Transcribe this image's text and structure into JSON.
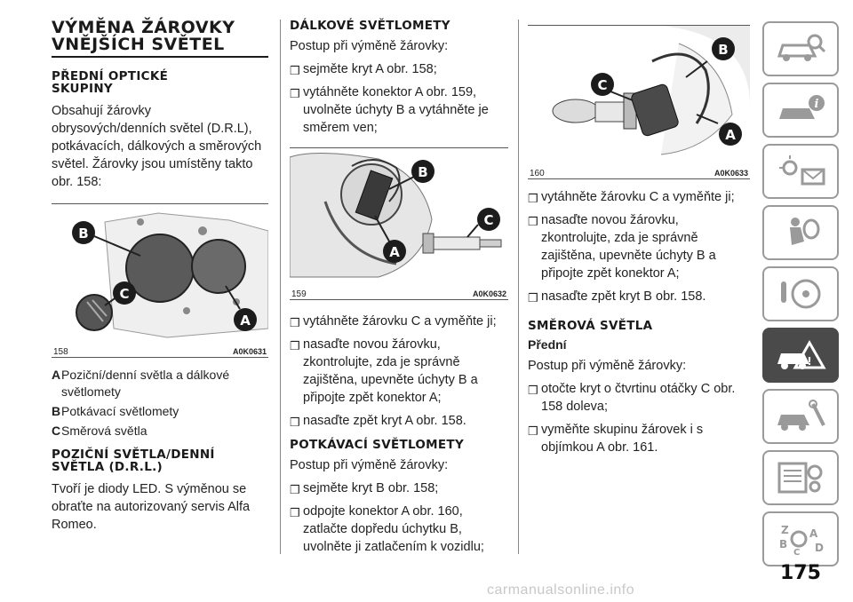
{
  "col1": {
    "title_line1": "VÝMĚNA ŽÁROVKY",
    "title_line2": "VNĚJŠÍCH SVĚTEL",
    "sec1_heading_line1": "PŘEDNÍ OPTICKÉ",
    "sec1_heading_line2": "SKUPINY",
    "sec1_text": "Obsahují žárovky obrysových/denních světel (D.R.L), potkávacích, dálkových a směrových světel. Žárovky jsou umístěny takto obr. 158:",
    "fig158": {
      "number": "158",
      "code": "A0K0631",
      "labels": [
        "B",
        "C",
        "A"
      ]
    },
    "legend": [
      {
        "key": "A",
        "text": "Poziční/denní světla a dálkové světlomety"
      },
      {
        "key": "B",
        "text": "Potkávací světlomety"
      },
      {
        "key": "C",
        "text": "Směrová světla"
      }
    ],
    "sec2_heading_line1": "POZIČNÍ SVĚTLA/DENNÍ",
    "sec2_heading_line2": "SVĚTLA (D.R.L.)",
    "sec2_text": "Tvoří je diody LED. S výměnou se obraťte na autorizovaný servis Alfa Romeo."
  },
  "col2": {
    "heading": "DÁLKOVÉ SVĚTLOMETY",
    "intro": "Postup při výměně žárovky:",
    "steps_a": [
      "sejměte kryt A obr. 158;",
      "vytáhněte konektor A obr. 159, uvolněte úchyty B a vytáhněte je směrem ven;"
    ],
    "fig159": {
      "number": "159",
      "code": "A0K0632",
      "labels": [
        "B",
        "C",
        "A"
      ]
    },
    "steps_b": [
      "vytáhněte žárovku C a vyměňte ji;",
      "nasaďte novou žárovku, zkontrolujte, zda je správně zajištěna, upevněte úchyty B a připojte zpět konektor A;",
      "nasaďte zpět kryt A obr. 158."
    ],
    "heading2": "POTKÁVACÍ SVĚTLOMETY",
    "intro2": "Postup při výměně žárovky:",
    "steps_c": [
      "sejměte kryt B obr. 158;",
      "odpojte konektor A obr. 160, zatlačte dopředu úchytku B, uvolněte ji zatlačením k vozidlu;"
    ]
  },
  "col3": {
    "fig160": {
      "number": "160",
      "code": "A0K0633",
      "labels": [
        "B",
        "C",
        "A"
      ]
    },
    "steps_a": [
      "vytáhněte žárovku C a vyměňte ji;",
      "nasaďte novou žárovku, zkontrolujte, zda je správně zajištěna, upevněte úchyty B a připojte zpět konektor A;",
      "nasaďte zpět kryt B obr. 158."
    ],
    "heading": "SMĚROVÁ SVĚTLA",
    "subheading": "Přední",
    "intro": "Postup při výměně žárovky:",
    "steps_b": [
      "otočte kryt o čtvrtinu otáčky C obr. 158 doleva;",
      "vyměňte skupinu žárovek i s objímkou A obr. 161."
    ]
  },
  "sidebar": {
    "tabs": [
      "car-search-icon",
      "car-info-icon",
      "warning-lights-icon",
      "airbag-seat-icon",
      "steering-wheel-icon",
      "car-breakdown-icon",
      "car-service-icon",
      "settings-list-icon",
      "alphabet-index-icon"
    ],
    "active_index": 5,
    "color_active": "#4a4a4a",
    "color_border": "#9a9a9a"
  },
  "page_number": "175",
  "watermark": "carmanualsonline.info"
}
